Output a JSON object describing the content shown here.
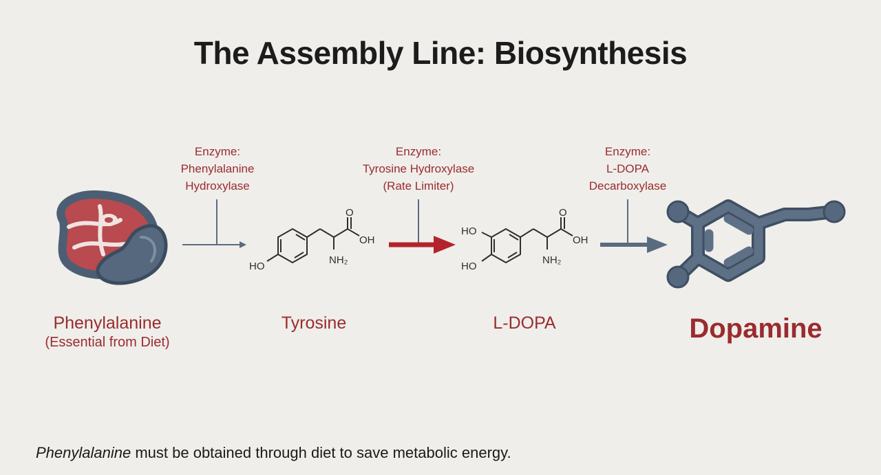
{
  "title": "The Assembly Line: Biosynthesis",
  "steps": [
    {
      "enzyme_line1": "Enzyme:",
      "enzyme_line2": "Phenylalanine",
      "enzyme_line3": "Hydroxylase"
    },
    {
      "enzyme_line1": "Enzyme:",
      "enzyme_line2": "Tyrosine Hydroxylase",
      "enzyme_line3": "(Rate Limiter)"
    },
    {
      "enzyme_line1": "Enzyme:",
      "enzyme_line2": "L-DOPA",
      "enzyme_line3": "Decarboxylase"
    }
  ],
  "compounds": [
    {
      "name": "Phenylalanine",
      "note": "(Essential from Diet)"
    },
    {
      "name": "Tyrosine"
    },
    {
      "name": "L-DOPA"
    },
    {
      "name": "Dopamine"
    }
  ],
  "structure_labels": {
    "tyrosine": {
      "ho": "HO",
      "o": "O",
      "oh": "OH",
      "nh2": "NH₂"
    },
    "ldopa": {
      "ho_top": "HO",
      "ho_bottom": "HO",
      "o": "O",
      "oh": "OH",
      "nh2": "NH₂"
    }
  },
  "footnote": {
    "emphasis": "Phenylalanine",
    "rest": " must be obtained through diet to save metabolic energy."
  },
  "colors": {
    "accent": "#9a2b2f",
    "arrow_gray": "#5a6b80",
    "arrow_red": "#b3232b",
    "bond_gray": "#56687d"
  },
  "icons": [
    "meat-and-bean-icon",
    "dopamine-molecule-icon"
  ]
}
